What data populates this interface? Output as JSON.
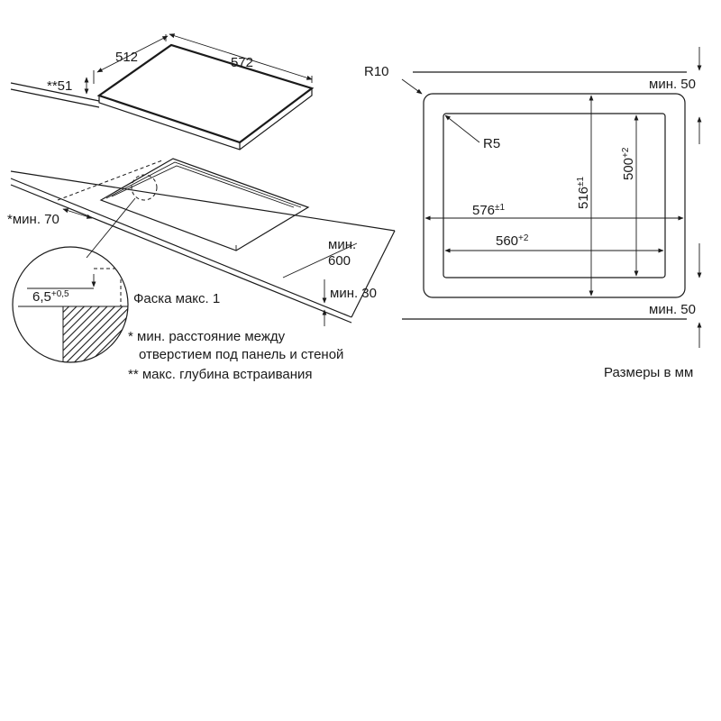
{
  "labels": {
    "dim_512": "512",
    "dim_572": "572",
    "dim_51": "**51",
    "min_70": "*мин. 70",
    "min_600_line1": "мин.",
    "min_600_line2": "600",
    "min_30": "мин. 30",
    "dim_65": "6,5",
    "dim_65_tol": "+0,5",
    "chamfer": "Фаска макс. 1",
    "note_1_line1": "* мин. расстояние между",
    "note_1_line2": "отверстием под панель и стеной",
    "note_2": "** макс. глубина встраивания",
    "r10": "R10",
    "r5": "R5",
    "min_50_top": "мин. 50",
    "min_50_bottom": "мин. 50",
    "dim_576": "576",
    "dim_576_tol": "±1",
    "dim_560": "560",
    "dim_560_tol": "+2",
    "dim_516": "516",
    "dim_516_tol": "±1",
    "dim_500": "500",
    "dim_500_tol": "+2",
    "units": "Размеры в мм"
  }
}
